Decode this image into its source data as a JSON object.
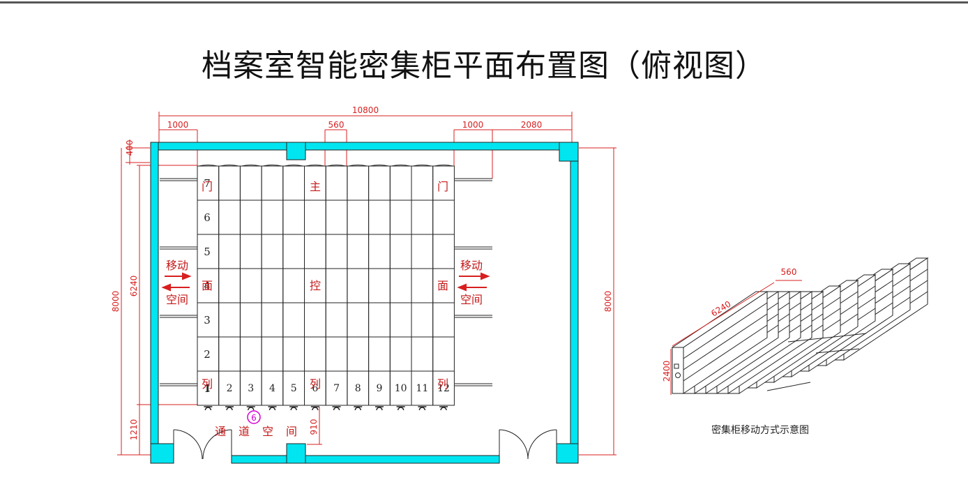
{
  "title": "档案室智能密集柜平面布置图（俯视图）",
  "dimensions": {
    "overall_width": "10800",
    "left_space": "1000",
    "column_width": "560",
    "right_space": "1000",
    "right_extra": "2080",
    "top_offset": "400",
    "cabinet_length": "6240",
    "room_depth_left": "8000",
    "room_depth_right": "8000",
    "bottom_passage": "1210",
    "passage_gap": "910"
  },
  "row_labels": [
    "7",
    "6",
    "5",
    "4",
    "3",
    "2",
    "1"
  ],
  "column_labels": [
    "1",
    "2",
    "3",
    "4",
    "5",
    "6",
    "7",
    "8",
    "9",
    "10",
    "11",
    "12"
  ],
  "overlay_text": {
    "men_left": "门",
    "zhu": "主",
    "men_right": "门",
    "mian_left": "面",
    "kong": "控",
    "mian_right": "面",
    "lie_left": "列",
    "lie_mid": "列",
    "lie_right": "列"
  },
  "move_space": {
    "left_top": "移动",
    "left_bottom": "空间",
    "right_top": "移动",
    "right_bottom": "空间"
  },
  "passage_chars": [
    "通",
    "道",
    "空",
    "间"
  ],
  "handle_badge": "6",
  "iso": {
    "width_label": "560",
    "length_label": "6240",
    "height_label": "2400"
  },
  "caption": "密集柜移动方式示意图",
  "colors": {
    "wall": "#00e5f0",
    "dimension": "#d81f1f",
    "red_text": "#c41a1a",
    "line": "#222222",
    "badge": "#d400d4"
  }
}
